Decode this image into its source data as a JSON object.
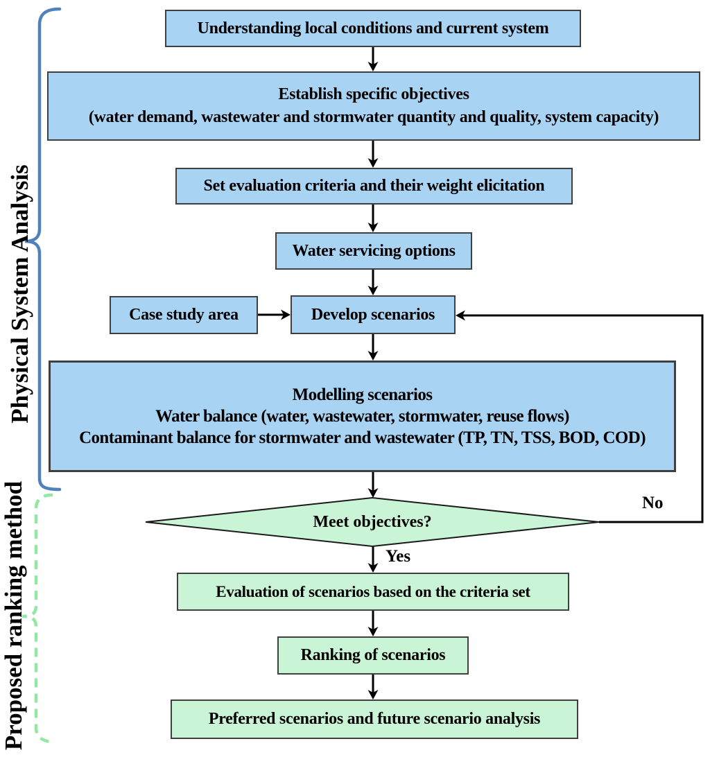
{
  "sections": {
    "physical": {
      "label": "Physical System Analysis"
    },
    "ranking": {
      "label": "Proposed ranking method"
    }
  },
  "nodes": {
    "understanding": {
      "text": "Understanding local conditions and current system"
    },
    "objectives": {
      "line1": "Establish specific objectives",
      "line2": "(water demand, wastewater and stormwater quantity and quality, system capacity)"
    },
    "criteria": {
      "text": "Set evaluation criteria and their weight elicitation"
    },
    "water_options": {
      "text": "Water servicing options"
    },
    "case_study": {
      "text": "Case study area"
    },
    "develop": {
      "text": "Develop scenarios"
    },
    "modelling": {
      "line1": "Modelling scenarios",
      "line2": "Water balance (water, wastewater, stormwater, reuse flows)",
      "line3": "Contaminant balance for stormwater and wastewater (TP, TN, TSS, BOD, COD)"
    },
    "decision": {
      "text": "Meet objectives?"
    },
    "evaluation": {
      "text": "Evaluation of scenarios based on the criteria set"
    },
    "ranking": {
      "text": "Ranking of scenarios"
    },
    "preferred": {
      "text": "Preferred scenarios and future scenario analysis"
    }
  },
  "labels": {
    "yes": "Yes",
    "no": "No"
  },
  "colors": {
    "process_fill": "#A9D3F3",
    "outcome_fill": "#C9F4D6",
    "box_border": "#3F3F3F",
    "arrow": "#000000",
    "brace_physical": "#4F81BD",
    "brace_ranking": "#92E8A2",
    "text": "#000000"
  }
}
